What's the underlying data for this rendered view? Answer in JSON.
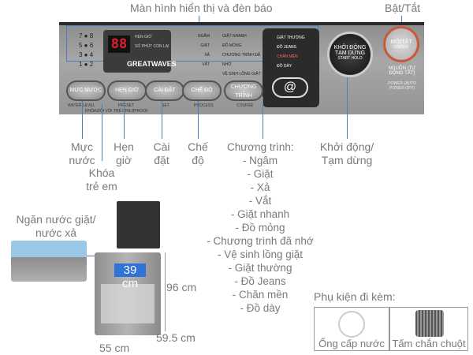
{
  "callouts": {
    "display": "Màn hình hiển thị và đèn báo",
    "power": "Bật/Tắt"
  },
  "panel": {
    "level_numbers": [
      "7 ● 8",
      "5 ● 6",
      "3 ● 4",
      "1 ● 2"
    ],
    "display_digits": "88",
    "preset_label": "HẸN GIỜ",
    "remaining_label": "SỐ PHÚT CÒN LẠI",
    "brand": "GREATWAVES",
    "process_leds": [
      "NGÂM",
      "GIẶT",
      "XẢ",
      "VẮT"
    ],
    "course_leds_left": [
      "GIẶT NHANH",
      "ĐỒ MỎNG",
      "CHƯƠNG TRÌNH ĐÃ NHỚ",
      "VỆ SINH LỒNG GIẶT"
    ],
    "course_leds_right": [
      "GIẶT THƯỜNG",
      "ĐỒ JEANS",
      "CHĂN MỀN",
      "ĐỒ DÀY"
    ],
    "buttons": [
      "MỰC NƯỚC",
      "HẸN GIỜ",
      "CÀI ĐẶT",
      "CHẾ ĐỘ",
      "CHƯƠNG TRÌNH"
    ],
    "button_subs": [
      "WATER LEVEL",
      "PRESET",
      "SET",
      "PROCESS",
      "COURSE"
    ],
    "childproof": "KHÓA ĐỘI VỚI TRẺ CHILDPROOF",
    "start_label": "KHỞI ĐỘNG TẠM DỪNG",
    "start_sub": "START HOLD",
    "power_label": "MỞ/TẮT",
    "power_sub": "ON/OFF",
    "power_note": "NGUỒN (TỰ ĐỘNG TẮT)",
    "power_note_en": "POWER (AUTO POWER OFF)"
  },
  "labels": {
    "water_level": "Mực nước",
    "child_lock": "Khóa trẻ em",
    "timer": "Hẹn giờ",
    "setting": "Cài đặt",
    "mode": "Chế độ",
    "program": "Chương trình:",
    "start": "Khởi động/ Tạm dừng"
  },
  "programs": [
    "- Ngâm",
    "- Giặt",
    "- Xả",
    "- Vắt",
    "- Giặt nhanh",
    "- Đồ mỏng",
    "- Chương trình đã nhớ",
    "- Vệ sinh lồng giặt",
    "- Giặt thường",
    "- Đồ Jeans",
    "- Chăn mền",
    "- Đồ dày"
  ],
  "machine": {
    "drawer_label": "Ngăn nước giặt/ nước xả",
    "width": "55 cm",
    "depth": "59.5 cm",
    "height": "96 cm",
    "drum": "39 cm"
  },
  "accessories": {
    "title": "Phụ kiện đi kèm:",
    "items": [
      "Ống cấp nước",
      "Tấm chắn chuột"
    ]
  },
  "colors": {
    "accent": "#4a7fc0",
    "led": "#e0202a"
  }
}
